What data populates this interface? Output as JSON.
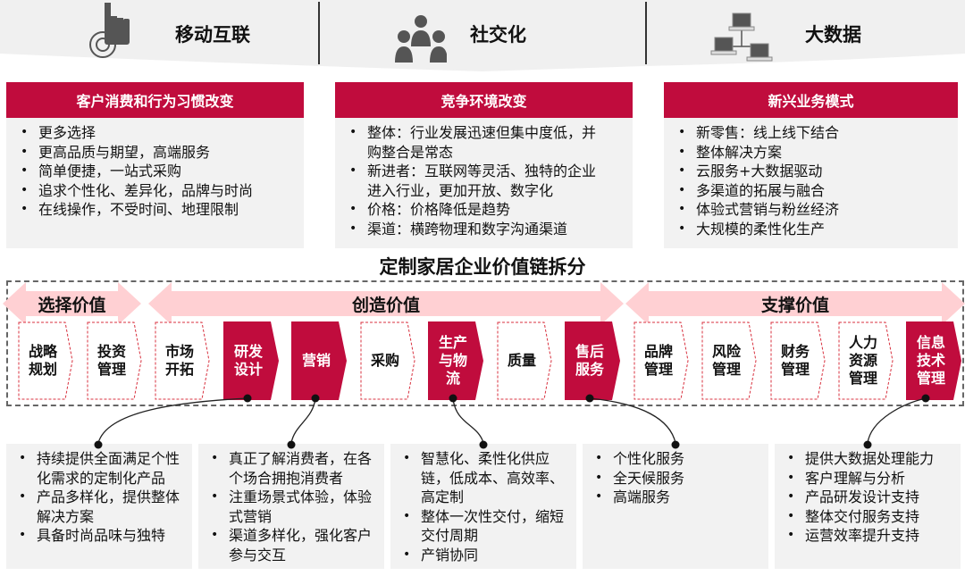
{
  "trends": [
    {
      "label": "移动互联",
      "icon": "hand-touch-icon"
    },
    {
      "label": "社交化",
      "icon": "people-group-icon"
    },
    {
      "label": "大数据",
      "icon": "networked-computers-icon"
    }
  ],
  "drivers": [
    {
      "title": "客户消费和行为习惯改变",
      "items": [
        "更多选择",
        "更高品质与期望，高端服务",
        "简单便捷，一站式采购",
        "追求个性化、差异化，品牌与时尚",
        "在线操作，不受时间、地理限制"
      ]
    },
    {
      "title": "竞争环境改变",
      "items": [
        "整体：行业发展迅速但集中度低，并购整合是常态",
        "新进者：互联网等灵活、独特的企业进入行业，更加开放、数字化",
        "价格：价格降低是趋势",
        "渠道：横跨物理和数字沟通渠道"
      ]
    },
    {
      "title": "新兴业务模式",
      "items": [
        "新零售：线上线下结合",
        "整体解决方案",
        "云服务+大数据驱动",
        "多渠道的拓展与融合",
        "体验式营销与粉丝经济",
        "大规模的柔性化生产"
      ]
    }
  ],
  "chain": {
    "title": "定制家居企业价值链拆分",
    "bands": [
      {
        "label": "选择价值"
      },
      {
        "label": "创造价值"
      },
      {
        "label": "支撑价值"
      }
    ],
    "steps": [
      {
        "label": "战略\n规划",
        "highlighted": false
      },
      {
        "label": "投资\n管理",
        "highlighted": false
      },
      {
        "label": "市场\n开拓",
        "highlighted": false
      },
      {
        "label": "研发\n设计",
        "highlighted": true
      },
      {
        "label": "营销",
        "highlighted": true
      },
      {
        "label": "采购",
        "highlighted": false
      },
      {
        "label": "生产\n与物\n流",
        "highlighted": true
      },
      {
        "label": "质量",
        "highlighted": false
      },
      {
        "label": "售后\n服务",
        "highlighted": true
      },
      {
        "label": "品牌\n管理",
        "highlighted": false
      },
      {
        "label": "风险\n管理",
        "highlighted": false
      },
      {
        "label": "财务\n管理",
        "highlighted": false
      },
      {
        "label": "人力\n资源\n管理",
        "highlighted": false
      },
      {
        "label": "信息\n技术\n管理",
        "highlighted": true
      }
    ]
  },
  "details": [
    {
      "linked_step": "研发设计",
      "items": [
        "持续提供全面满足个性化需求的定制化产品",
        "产品多样化，提供整体解决方案",
        "具备时尚品味与独特"
      ]
    },
    {
      "linked_step": "营销",
      "items": [
        "真正了解消费者，在各个场合拥抱消费者",
        "注重场景式体验，体验式营销",
        "渠道多样化，强化客户参与交互"
      ]
    },
    {
      "linked_step": "生产与物流",
      "items": [
        "智慧化、柔性化供应链，低成本、高效率、高定制",
        "整体一次性交付，缩短交付周期",
        "产销协同"
      ]
    },
    {
      "linked_step": "售后服务",
      "items": [
        "个性化服务",
        "全天候服务",
        "高端服务"
      ]
    },
    {
      "linked_step": "信息技术管理",
      "items": [
        "提供大数据处理能力",
        "客户理解与分析",
        "产品研发设计支持",
        "整体交付服务支持",
        "运营效率提升支持"
      ]
    }
  ],
  "colors": {
    "accent": "#c00c3d",
    "band": "#ffd0d3",
    "panel": "#f2f2f2",
    "frame": "#666666"
  }
}
